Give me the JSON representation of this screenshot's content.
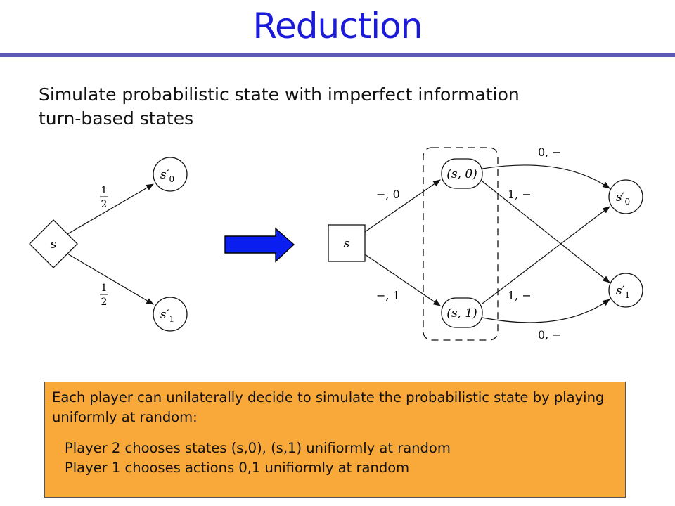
{
  "slide": {
    "title": "Reduction",
    "subtitle_line1": "Simulate probabilistic state with imperfect information",
    "subtitle_line2": "turn-based states"
  },
  "left_diagram": {
    "source": "s",
    "top_target": "s′",
    "top_target_sub": "0",
    "bottom_target": "s′",
    "bottom_target_sub": "1",
    "prob_top_num": "1",
    "prob_top_den": "2",
    "prob_bottom_num": "1",
    "prob_bottom_den": "2"
  },
  "right_diagram": {
    "source": "s",
    "mid_top": "(s, 0)",
    "mid_bottom": "(s, 1)",
    "target_top": "s′",
    "target_top_sub": "0",
    "target_bottom": "s′",
    "target_bottom_sub": "1",
    "edge_s_to_mid_top": "−, 0",
    "edge_s_to_mid_bottom": "−, 1",
    "edge_top_to_top": "0, −",
    "edge_top_to_bottom": "1, −",
    "edge_bottom_to_top": "1, −",
    "edge_bottom_to_bottom": "0, −"
  },
  "arrow_color": "#0a1ef0",
  "info_box": {
    "main_text": "Each player can unilaterally decide to simulate the probabilistic state by playing uniformly at random:",
    "line1": "Player 2 chooses states (s,0), (s,1) unifiormly at random",
    "line2": "Player 1 chooses actions 0,1 unifiormly at random",
    "background": "#f9a93a"
  }
}
